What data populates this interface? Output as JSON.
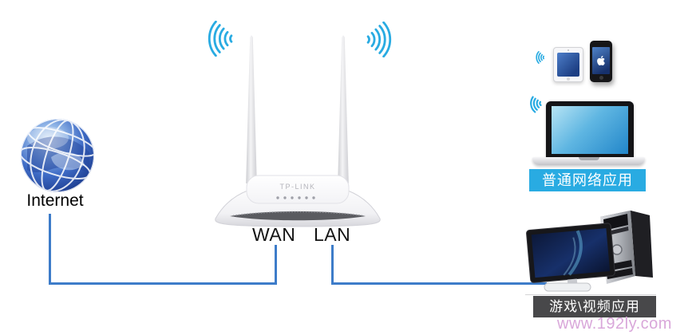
{
  "diagram": {
    "internet": {
      "label": "Internet"
    },
    "router": {
      "brand": "TP-LINK",
      "ports": {
        "wan": "WAN",
        "lan": "LAN"
      }
    },
    "wireless_group": {
      "banner": "普通网络应用"
    },
    "wired_group": {
      "banner": "游戏\\视频应用"
    },
    "watermark": "www.192ly.com",
    "colors": {
      "wifi_blue": "#29abe2",
      "cable_blue": "#3d7cc9",
      "banner_blue_bg": "#29abe2",
      "banner_dark_bg": "#48484a",
      "watermark_pink": "#d9a7da"
    }
  }
}
